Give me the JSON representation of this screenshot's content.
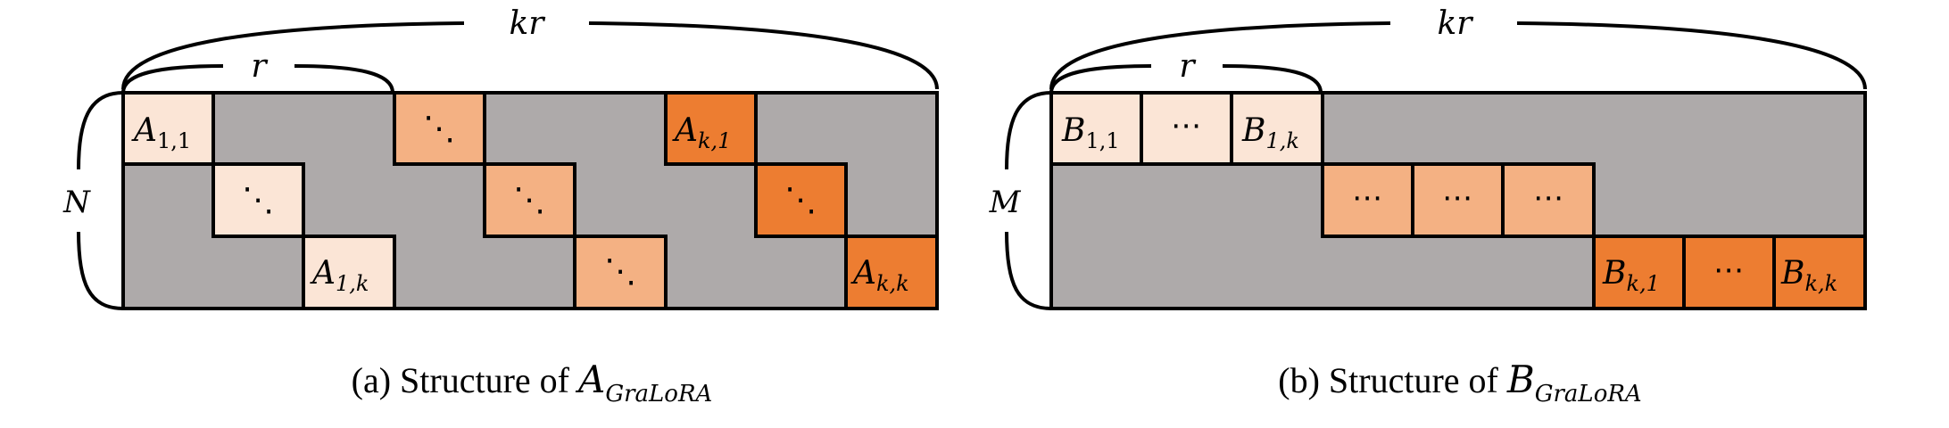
{
  "colors": {
    "background": "#ffffff",
    "gray_fill": "#aeaaaa",
    "light_block": "#fbe5d6",
    "medium_block": "#f4b183",
    "dark_block": "#ed7d31",
    "stroke": "#000000"
  },
  "panel_a": {
    "brace_top_label": "kr",
    "brace_sub_label": "r",
    "side_label": "N",
    "caption_prefix": "(a) Structure of ",
    "caption_main": "A",
    "caption_sub": "GraLoRA",
    "block_labels": {
      "a11_base": "A",
      "a11_sub": "1,1",
      "a1k_base": "A",
      "a1k_sub": "1,k",
      "ak1_base": "A",
      "ak1_sub": "k,1",
      "akk_base": "A",
      "akk_sub": "k,k",
      "diag_dots": "⋱"
    }
  },
  "panel_b": {
    "brace_top_label": "kr",
    "brace_sub_label": "r",
    "side_label": "M",
    "caption_prefix": "(b) Structure of ",
    "caption_main": "B",
    "caption_sub": "GraLoRA",
    "block_labels": {
      "b11_base": "B",
      "b11_sub": "1,1",
      "b1k_base": "B",
      "b1k_sub": "1,k",
      "bk1_base": "B",
      "bk1_sub": "k,1",
      "bkk_base": "B",
      "bkk_sub": "k,k",
      "hdots": "⋯"
    }
  }
}
